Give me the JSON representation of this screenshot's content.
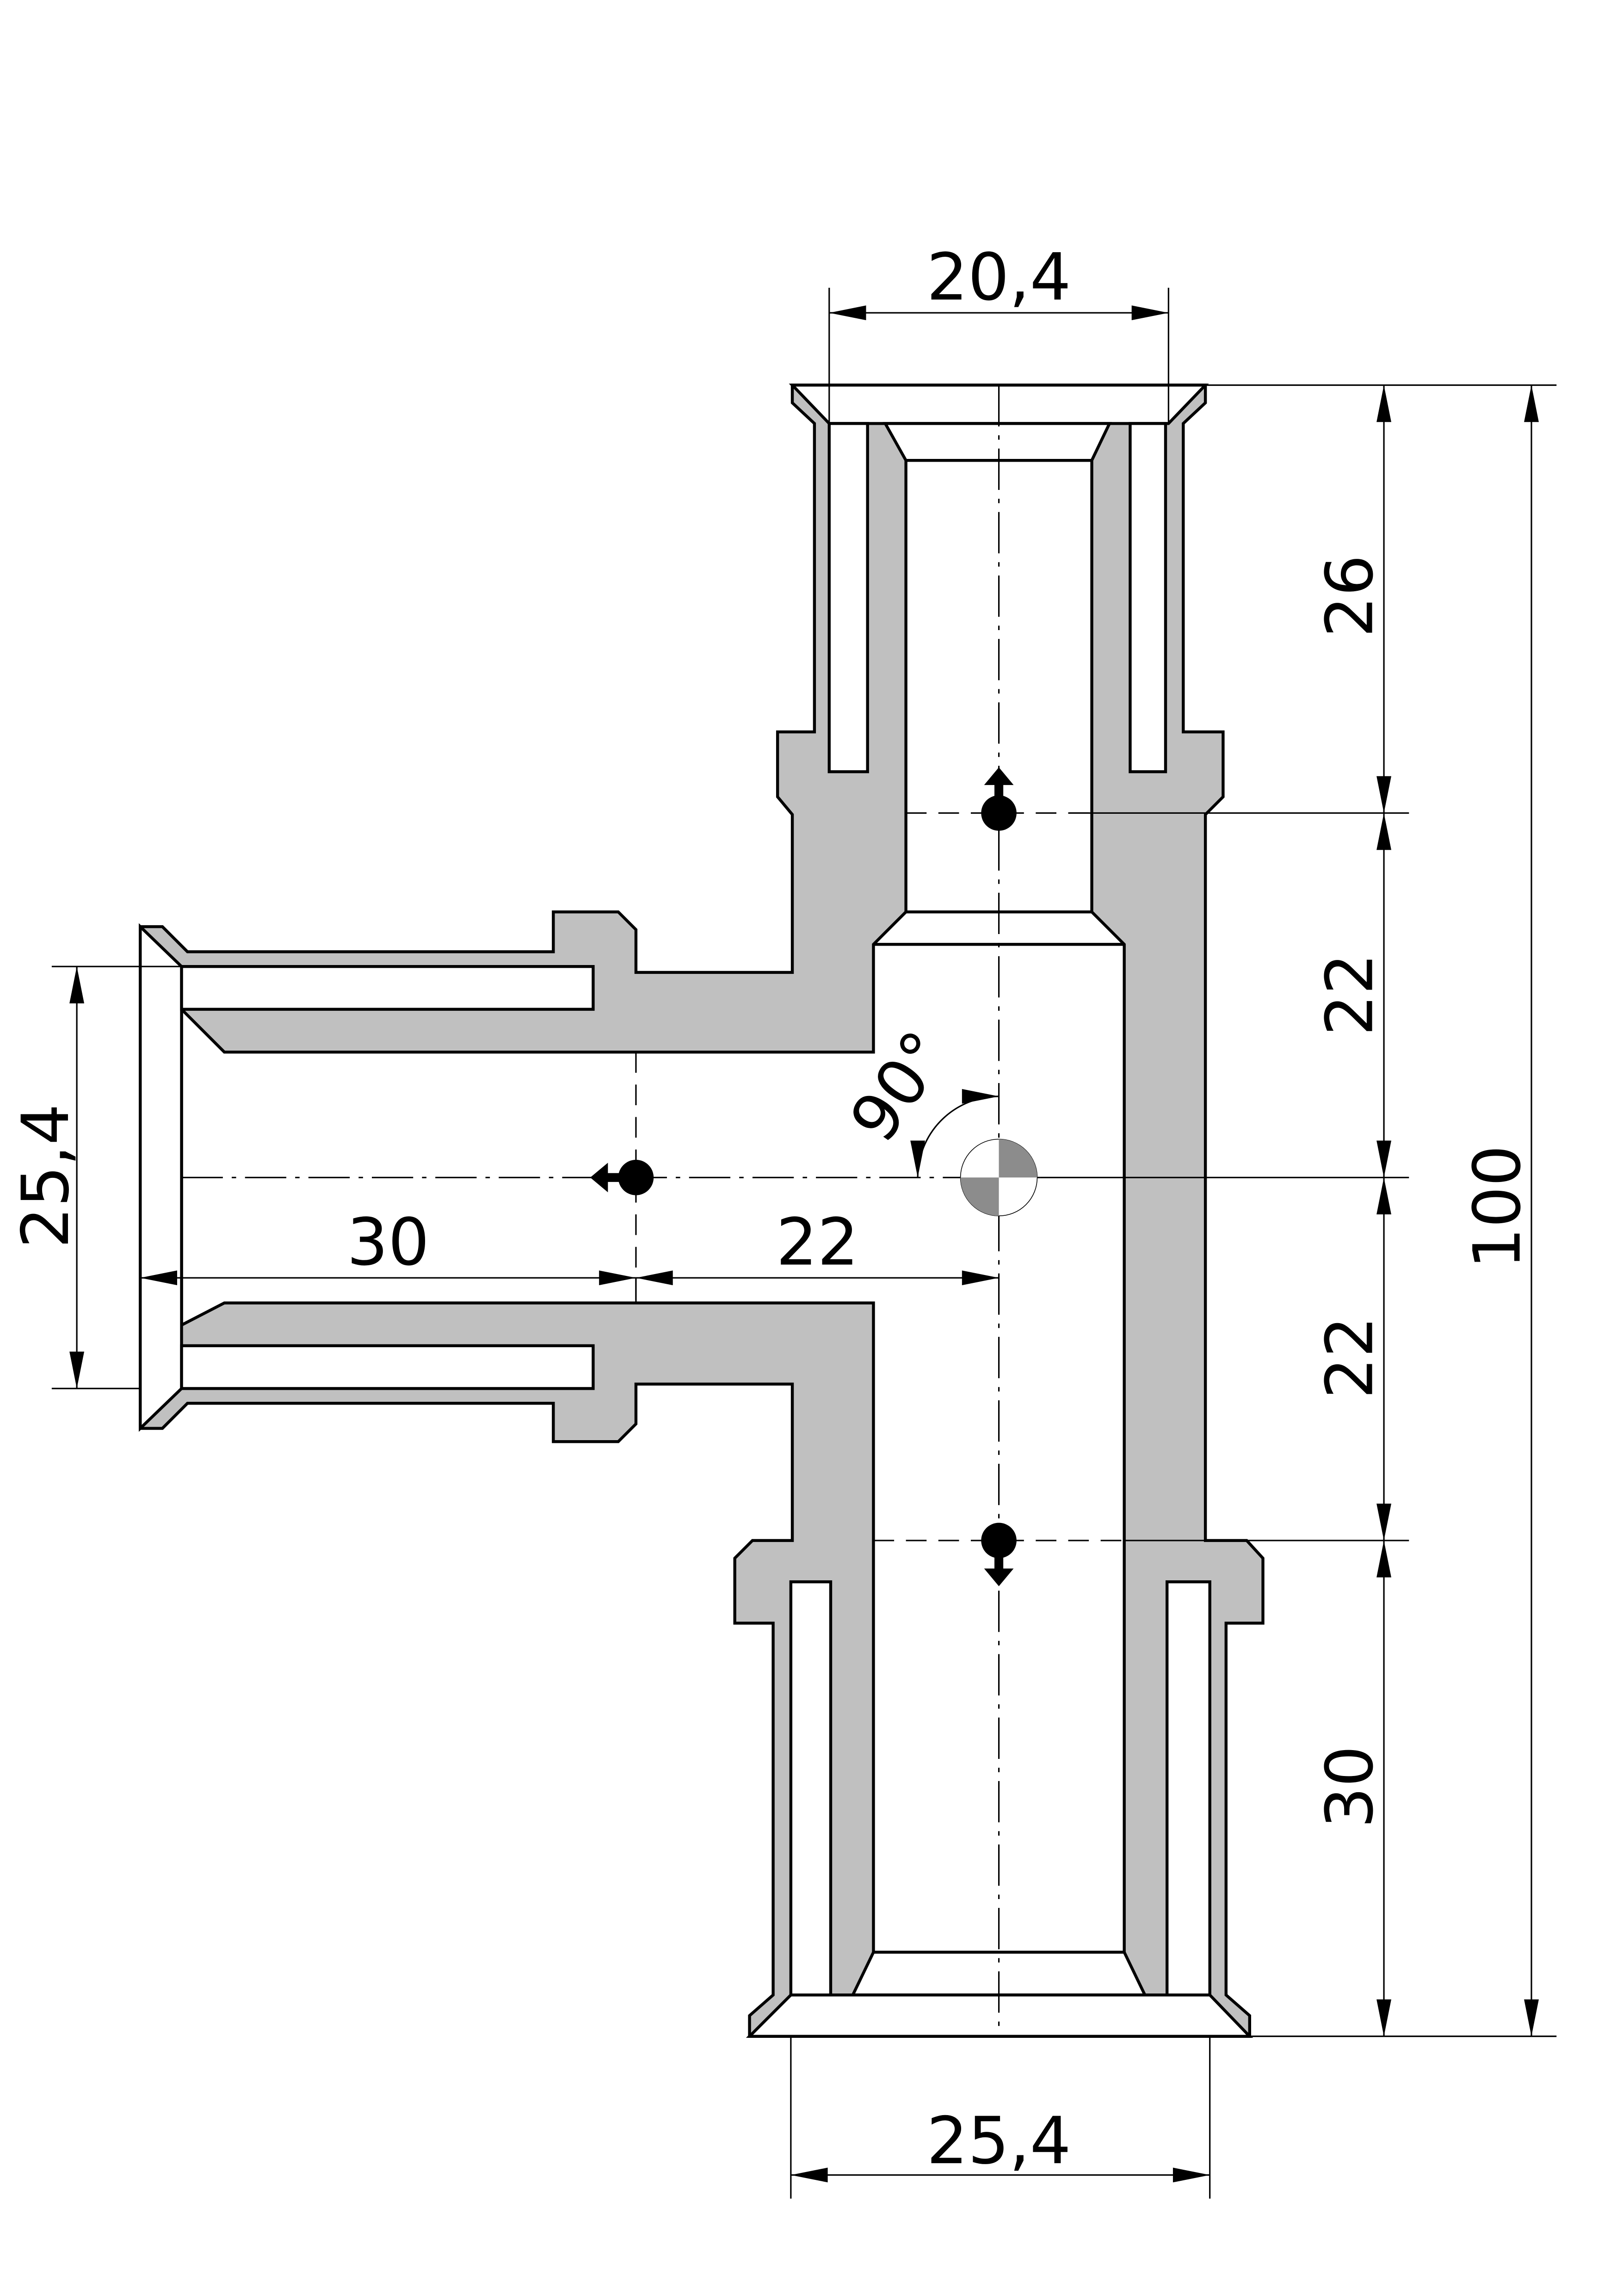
{
  "colors": {
    "body": "#c0c0c0",
    "line": "#000000",
    "bore": "#ffffff"
  },
  "dimensions": {
    "top_width": "20,4",
    "bottom_width": "25,4",
    "left_height": "25,4",
    "left_length": "30",
    "left_offset": "22",
    "right_top_socket": "26",
    "right_upper_mid": "22",
    "right_lower_mid": "22",
    "right_bottom_socket": "30",
    "overall_length": "100",
    "angle": "90°"
  }
}
